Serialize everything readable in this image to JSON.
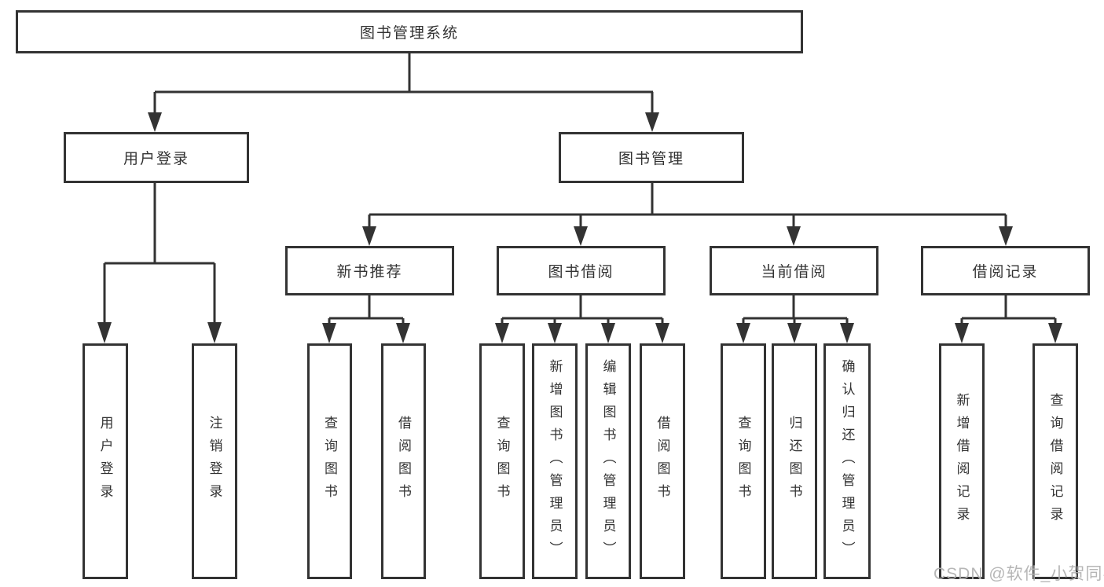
{
  "diagram_title": "图书管理系统",
  "watermark": "CSDN @软件_小贺同学",
  "colors": {
    "line": "#333333",
    "text": "#333333",
    "background": "#ffffff",
    "watermark": "#b2b2b2"
  },
  "tree": {
    "root": "图书管理系统",
    "children": [
      {
        "label": "用户登录",
        "children": [
          {
            "label": "用户登录"
          },
          {
            "label": "注销登录"
          }
        ]
      },
      {
        "label": "图书管理",
        "children": [
          {
            "label": "新书推荐",
            "children": [
              {
                "label": "查询图书"
              },
              {
                "label": "借阅图书"
              }
            ]
          },
          {
            "label": "图书借阅",
            "children": [
              {
                "label": "查询图书"
              },
              {
                "label": "新增图书（管理员）"
              },
              {
                "label": "编辑图书（管理员）"
              },
              {
                "label": "借阅图书"
              }
            ]
          },
          {
            "label": "当前借阅",
            "children": [
              {
                "label": "查询图书"
              },
              {
                "label": "归还图书"
              },
              {
                "label": "确认归还（管理员）"
              }
            ]
          },
          {
            "label": "借阅记录",
            "children": [
              {
                "label": "新增借阅记录"
              },
              {
                "label": "查询借阅记录"
              }
            ]
          }
        ]
      }
    ]
  }
}
